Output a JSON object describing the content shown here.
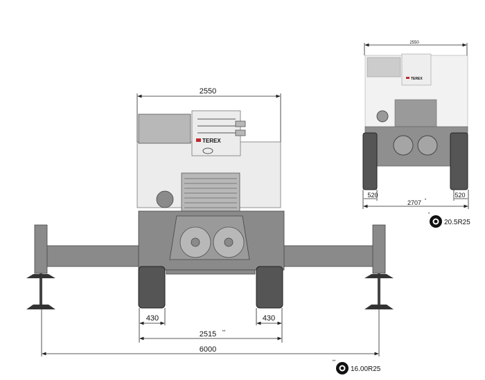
{
  "main_view": {
    "brand": "TEREX",
    "width_top": "2550",
    "track_left": "430",
    "track_right": "430",
    "track_width": "2515",
    "track_width_note": "**",
    "outrigger_span": "6000"
  },
  "inset_view": {
    "brand": "TEREX",
    "width_top": "2550",
    "track_left": "520",
    "track_right": "520",
    "track_width": "2707",
    "track_width_note": "*"
  },
  "tires": [
    {
      "marker": "*",
      "size": "20.5R25"
    },
    {
      "marker": "**",
      "size": "16.00R25"
    }
  ]
}
